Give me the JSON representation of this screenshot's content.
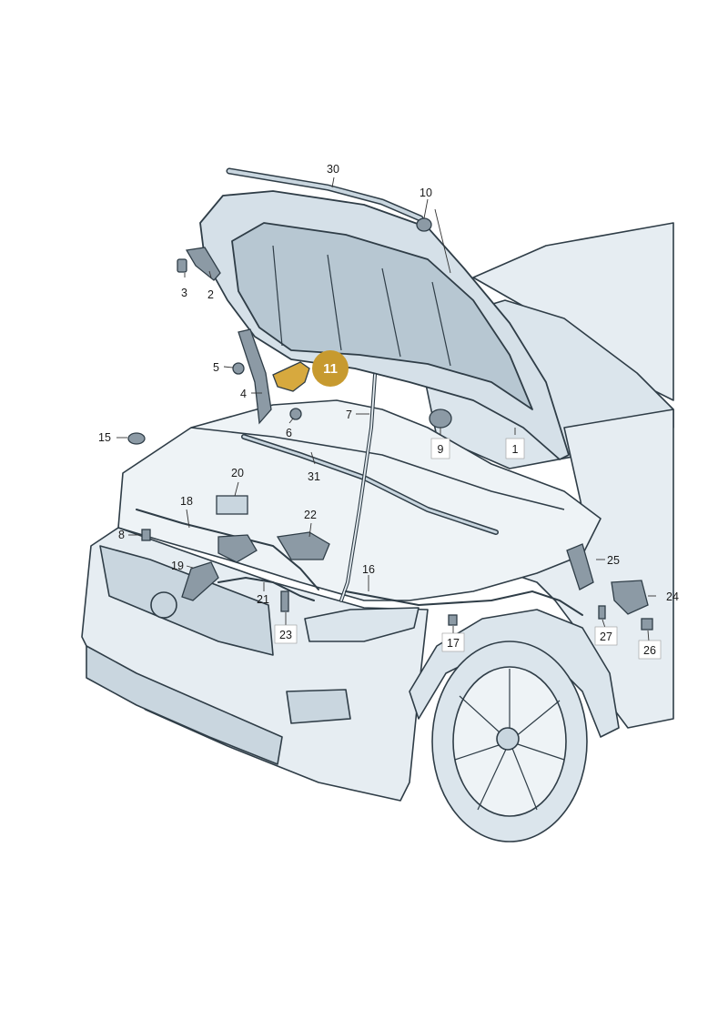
{
  "diagram": {
    "colors": {
      "paper": "#ffffff",
      "outline": "#2f3d47",
      "body_fill": "#e6edf2",
      "shade_fill": "#c9d6df",
      "hood_inner": "#b7c7d2",
      "part_fill": "#8c9aa5",
      "highlight_fill": "#c79a2f",
      "highlight_part": "#d7a93e"
    },
    "callouts": [
      {
        "id": "30",
        "text": "30"
      },
      {
        "id": "10",
        "text": "10"
      },
      {
        "id": "3",
        "text": "3"
      },
      {
        "id": "2",
        "text": "2"
      },
      {
        "id": "5",
        "text": "5"
      },
      {
        "id": "11",
        "text": "11",
        "highlighted": true
      },
      {
        "id": "4",
        "text": "4"
      },
      {
        "id": "7",
        "text": "7"
      },
      {
        "id": "6",
        "text": "6"
      },
      {
        "id": "9",
        "text": "9",
        "boxed": true
      },
      {
        "id": "1",
        "text": "1",
        "boxed": true
      },
      {
        "id": "15",
        "text": "15"
      },
      {
        "id": "31",
        "text": "31"
      },
      {
        "id": "20",
        "text": "20"
      },
      {
        "id": "18",
        "text": "18"
      },
      {
        "id": "22",
        "text": "22"
      },
      {
        "id": "8",
        "text": "8"
      },
      {
        "id": "25",
        "text": "25"
      },
      {
        "id": "19",
        "text": "19"
      },
      {
        "id": "16",
        "text": "16"
      },
      {
        "id": "24",
        "text": "24"
      },
      {
        "id": "21",
        "text": "21"
      },
      {
        "id": "23",
        "text": "23",
        "boxed": true
      },
      {
        "id": "17",
        "text": "17",
        "boxed": true
      },
      {
        "id": "27",
        "text": "27",
        "boxed": true
      },
      {
        "id": "26",
        "text": "26",
        "boxed": true
      }
    ]
  }
}
